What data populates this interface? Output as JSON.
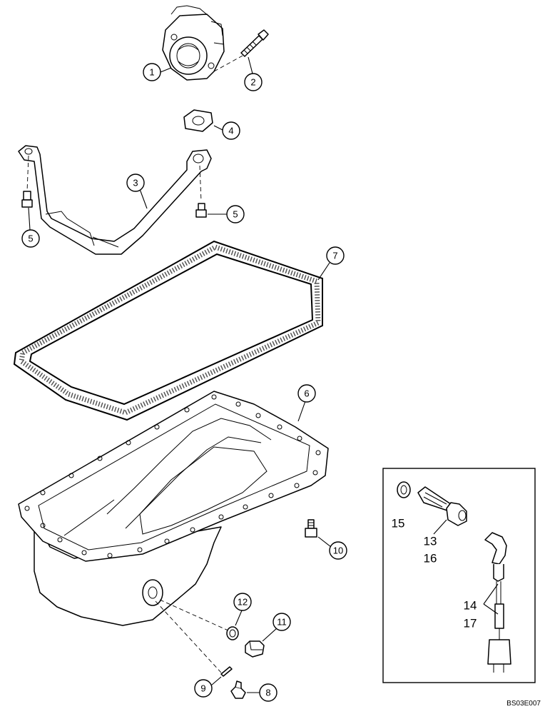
{
  "callouts": {
    "c1": "1",
    "c2": "2",
    "c3": "3",
    "c4": "4",
    "c5a": "5",
    "c5b": "5",
    "c6": "6",
    "c7": "7",
    "c8": "8",
    "c9": "9",
    "c10": "10",
    "c11": "11",
    "c12": "12"
  },
  "inset": {
    "l15": "15",
    "l13": "13",
    "l16": "16",
    "l14": "14",
    "l17": "17"
  },
  "figure_code": "BS03E007"
}
